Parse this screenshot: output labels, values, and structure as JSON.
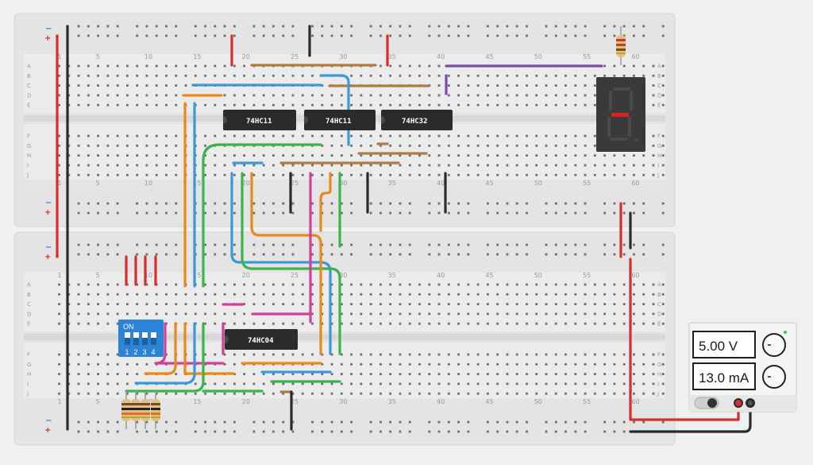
{
  "breadboards": {
    "column_numbers": [
      "5",
      "10",
      "15",
      "20",
      "25",
      "30",
      "35",
      "40",
      "45",
      "50",
      "55",
      "60"
    ],
    "row_letters_top": [
      "A",
      "B",
      "C",
      "D",
      "E"
    ],
    "row_letters_bottom": [
      "F",
      "G",
      "H",
      "I",
      "J"
    ],
    "rail_minus": "−",
    "rail_plus": "+",
    "column_one": "1"
  },
  "chips": [
    {
      "label": "74HC11"
    },
    {
      "label": "74HC11"
    },
    {
      "label": "74HC32"
    },
    {
      "label": "74HC04"
    }
  ],
  "dip_switch": {
    "on_label": "ON",
    "positions": [
      "1",
      "2",
      "3",
      "4"
    ]
  },
  "seven_segment": {
    "lit_segment": "g",
    "segment_color": "#e02020"
  },
  "power_supply": {
    "voltage": "5.00 V",
    "current": "13.0 mA",
    "indicator_color": "#39d353"
  },
  "wire_colors": {
    "red": "#d62d2d",
    "black": "#2a2a2a",
    "blue": "#3a9ad9",
    "orange": "#e8891a",
    "green": "#3cb44b",
    "brown": "#b07c45",
    "magenta": "#d2409a",
    "purple": "#7b4bb0"
  }
}
